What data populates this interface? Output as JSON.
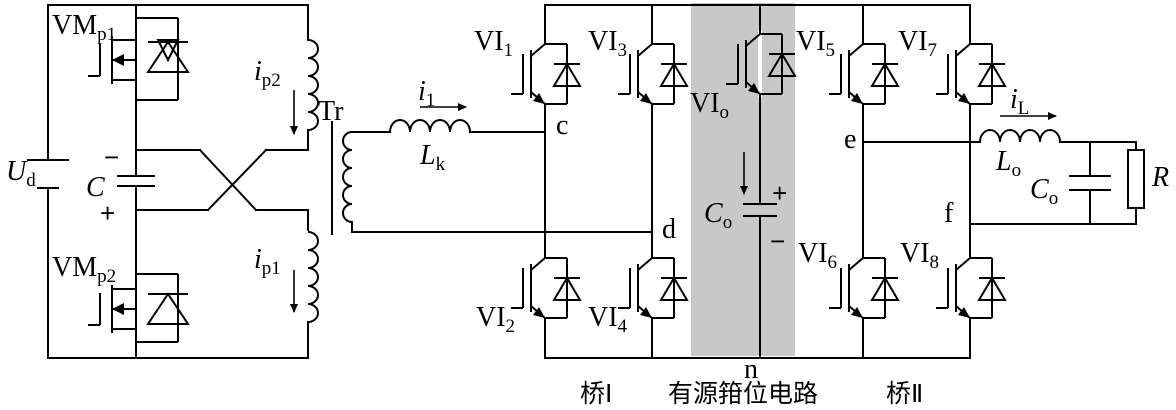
{
  "components": {
    "source": {
      "main": "U",
      "sub": "d"
    },
    "mosfet_top": {
      "main": "VM",
      "sub": "p1"
    },
    "mosfet_bottom": {
      "main": "VM",
      "sub": "p2"
    },
    "capacitor_c": {
      "main": "C"
    },
    "transformer": {
      "main": "Tr"
    },
    "current_ip2": {
      "main": "i",
      "sub": "p2"
    },
    "current_ip1": {
      "main": "i",
      "sub": "p1"
    },
    "current_i1": {
      "main": "i",
      "sub": "1"
    },
    "inductor_lk": {
      "main": "L",
      "sub": "k"
    },
    "igbt_1": {
      "main": "VI",
      "sub": "1"
    },
    "igbt_2": {
      "main": "VI",
      "sub": "2"
    },
    "igbt_3": {
      "main": "VI",
      "sub": "3"
    },
    "igbt_4": {
      "main": "VI",
      "sub": "4"
    },
    "igbt_5": {
      "main": "VI",
      "sub": "5"
    },
    "igbt_6": {
      "main": "VI",
      "sub": "6"
    },
    "igbt_7": {
      "main": "VI",
      "sub": "7"
    },
    "igbt_8": {
      "main": "VI",
      "sub": "8"
    },
    "igbt_o": {
      "main": "VI",
      "sub": "o"
    },
    "clamp_cap": {
      "main": "C",
      "sub": "o"
    },
    "current_il": {
      "main": "i",
      "sub": "L"
    },
    "inductor_lo": {
      "main": "L",
      "sub": "o"
    },
    "output_cap": {
      "main": "C",
      "sub": "o"
    },
    "load": {
      "main": "R"
    }
  },
  "nodes": {
    "c": "c",
    "d": "d",
    "e": "e",
    "f": "f",
    "n": "n"
  },
  "signs": {
    "plus": "+",
    "minus": "−"
  },
  "captions": {
    "bridge1": "桥Ⅰ",
    "clamp": "有源箝位电路",
    "bridge2": "桥Ⅱ"
  },
  "colors": {
    "wire": "#000000",
    "clamp_band": "#c8c8c8",
    "background": "#ffffff"
  }
}
